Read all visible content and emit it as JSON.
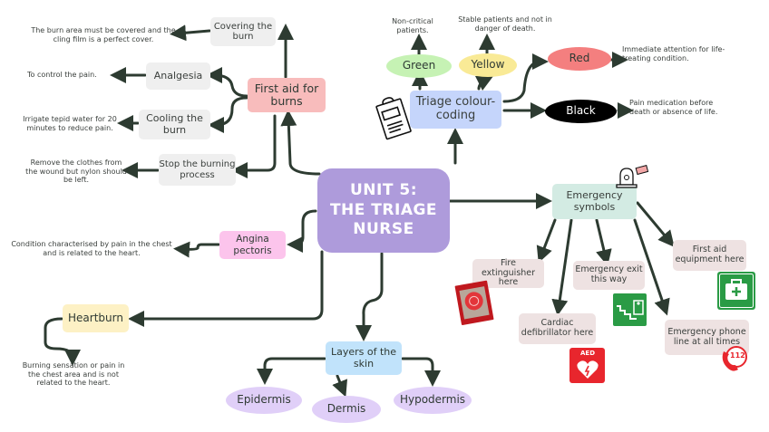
{
  "central": {
    "title_lines": [
      "UNIT 5:",
      "THE TRIAGE",
      "NURSE"
    ]
  },
  "first_aid": {
    "title": "First aid for burns",
    "items": [
      {
        "label": "Covering the burn",
        "note": "The burn area must be covered and the cling film is a perfect cover."
      },
      {
        "label": "Analgesia",
        "note": "To control the pain."
      },
      {
        "label": "Cooling the burn",
        "note": "Irrigate tepid water for 20 minutes to reduce pain."
      },
      {
        "label": "Stop the burning process",
        "note": "Remove the clothes from the wound but nylon should be left."
      }
    ]
  },
  "triage": {
    "title": "Triage colour-coding",
    "codes": [
      {
        "label": "Green",
        "color": "#c6f2b4",
        "note": "Non-critical patients."
      },
      {
        "label": "Yellow",
        "color": "#f9ea96",
        "note": "Stable patients and not in danger of death."
      },
      {
        "label": "Red",
        "color": "#f47f7f",
        "note": "Immediate attention for life-treating condition."
      },
      {
        "label": "Black",
        "color": "#000000",
        "note": "Pain medication before death or absence of life."
      }
    ]
  },
  "emergency": {
    "title": "Emergency symbols",
    "items": [
      {
        "label": "Fire extinguisher here",
        "icon": "fire-hose-reel-icon"
      },
      {
        "label": "Cardiac defibrillator here",
        "icon": "aed-icon",
        "icon_text": "AED"
      },
      {
        "label": "Emergency exit this way",
        "icon": "emergency-exit-icon"
      },
      {
        "label": "Emergency phone line at all times",
        "icon": "phone-112-icon",
        "icon_text": "112"
      },
      {
        "label": "First aid equipment here",
        "icon": "first-aid-kit-icon"
      }
    ]
  },
  "angina": {
    "label": "Angina pectoris",
    "note": "Condition characterised by pain in the chest and is related to the heart."
  },
  "heartburn": {
    "label": "Heartburn",
    "note": "Burning sensation or pain in the chest area and is not related to the heart."
  },
  "skin": {
    "title": "Layers of the skin",
    "layers": [
      "Epidermis",
      "Dermis",
      "Hypodermis"
    ]
  },
  "colors": {
    "central": "#ae9bdb",
    "first_aid": "#f8bcbc",
    "triage": "#c5d5fb",
    "emergency": "#d3ebe3",
    "angina": "#fcc4ec",
    "heartburn": "#fdf1c5",
    "skin": "#c1e3fb",
    "skin_layer": "#e0cff8",
    "arrow": "#2d3b31"
  }
}
